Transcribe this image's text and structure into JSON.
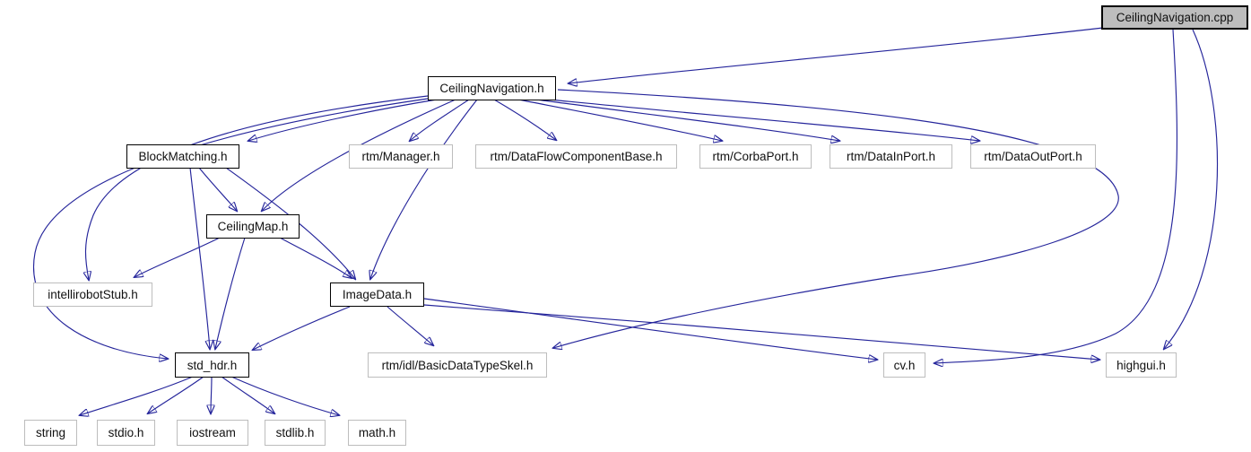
{
  "diagram_type": "include-dependency-graph",
  "colors": {
    "edge": "#25259B",
    "node_fill": "#ffffff",
    "root_fill": "#bdbdbd",
    "documented_border": "#000000",
    "external_border": "#bdbdbd"
  },
  "nodes": [
    {
      "id": "cpp",
      "label": "CeilingNavigation.cpp",
      "kind": "root"
    },
    {
      "id": "cnh",
      "label": "CeilingNavigation.h",
      "kind": "documented"
    },
    {
      "id": "bm",
      "label": "BlockMatching.h",
      "kind": "documented"
    },
    {
      "id": "mgr",
      "label": "rtm/Manager.h",
      "kind": "external"
    },
    {
      "id": "dfcb",
      "label": "rtm/DataFlowComponentBase.h",
      "kind": "external"
    },
    {
      "id": "corba",
      "label": "rtm/CorbaPort.h",
      "kind": "external"
    },
    {
      "id": "dip",
      "label": "rtm/DataInPort.h",
      "kind": "external"
    },
    {
      "id": "dop",
      "label": "rtm/DataOutPort.h",
      "kind": "external"
    },
    {
      "id": "cmap",
      "label": "CeilingMap.h",
      "kind": "documented"
    },
    {
      "id": "istub",
      "label": "intellirobotStub.h",
      "kind": "external"
    },
    {
      "id": "img",
      "label": "ImageData.h",
      "kind": "documented"
    },
    {
      "id": "stdh",
      "label": "std_hdr.h",
      "kind": "documented"
    },
    {
      "id": "bdts",
      "label": "rtm/idl/BasicDataTypeSkel.h",
      "kind": "external"
    },
    {
      "id": "cv",
      "label": "cv.h",
      "kind": "external"
    },
    {
      "id": "hg",
      "label": "highgui.h",
      "kind": "external"
    },
    {
      "id": "string",
      "label": "string",
      "kind": "external"
    },
    {
      "id": "stdio",
      "label": "stdio.h",
      "kind": "external"
    },
    {
      "id": "iostream",
      "label": "iostream",
      "kind": "external"
    },
    {
      "id": "stdlib",
      "label": "stdlib.h",
      "kind": "external"
    },
    {
      "id": "math",
      "label": "math.h",
      "kind": "external"
    }
  ],
  "edges": [
    [
      "cpp",
      "cnh"
    ],
    [
      "cpp",
      "cv"
    ],
    [
      "cpp",
      "hg"
    ],
    [
      "cnh",
      "bm"
    ],
    [
      "cnh",
      "mgr"
    ],
    [
      "cnh",
      "dfcb"
    ],
    [
      "cnh",
      "corba"
    ],
    [
      "cnh",
      "dip"
    ],
    [
      "cnh",
      "dop"
    ],
    [
      "cnh",
      "bdts"
    ],
    [
      "cnh",
      "cmap"
    ],
    [
      "cnh",
      "img"
    ],
    [
      "cnh",
      "istub"
    ],
    [
      "cnh",
      "stdh"
    ],
    [
      "bm",
      "cmap"
    ],
    [
      "bm",
      "img"
    ],
    [
      "bm",
      "stdh"
    ],
    [
      "cmap",
      "istub"
    ],
    [
      "cmap",
      "img"
    ],
    [
      "cmap",
      "stdh"
    ],
    [
      "img",
      "stdh"
    ],
    [
      "img",
      "bdts"
    ],
    [
      "img",
      "cv"
    ],
    [
      "img",
      "hg"
    ],
    [
      "stdh",
      "string"
    ],
    [
      "stdh",
      "stdio"
    ],
    [
      "stdh",
      "iostream"
    ],
    [
      "stdh",
      "stdlib"
    ],
    [
      "stdh",
      "math"
    ]
  ]
}
